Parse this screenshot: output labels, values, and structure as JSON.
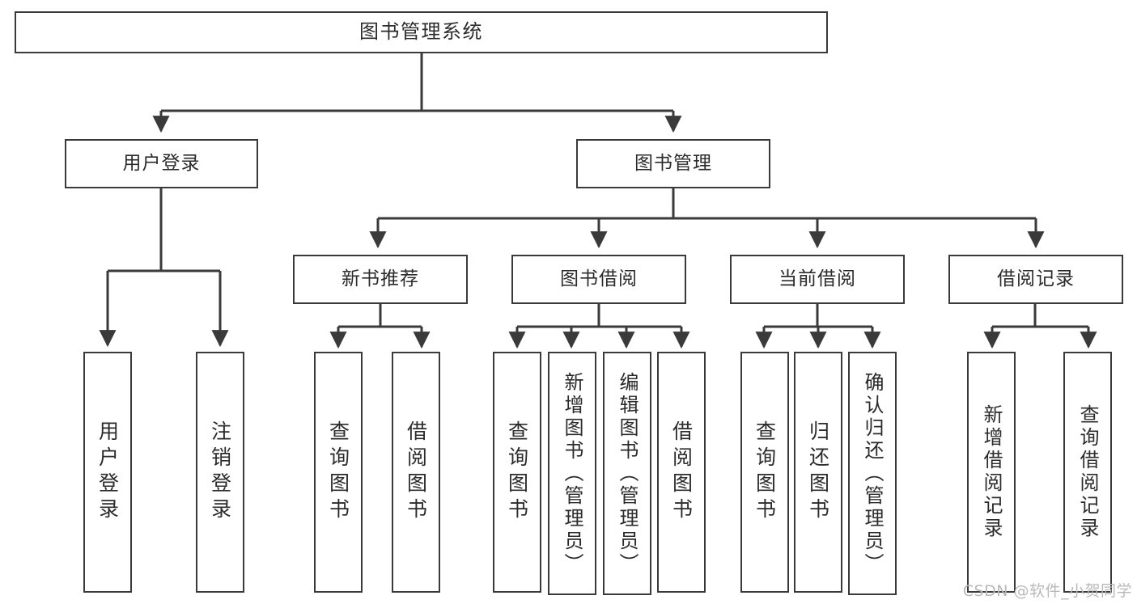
{
  "diagram": {
    "type": "tree",
    "title": "图书管理系统",
    "root": {
      "label": "图书管理系统"
    },
    "level1": [
      {
        "id": "user-login",
        "label": "用户登录"
      },
      {
        "id": "book-manage",
        "label": "图书管理"
      }
    ],
    "level2": [
      {
        "id": "new-book-recommend",
        "label": "新书推荐",
        "parent": "book-manage"
      },
      {
        "id": "book-borrow",
        "label": "图书借阅",
        "parent": "book-manage"
      },
      {
        "id": "current-borrow",
        "label": "当前借阅",
        "parent": "book-manage"
      },
      {
        "id": "borrow-record",
        "label": "借阅记录",
        "parent": "book-manage"
      }
    ],
    "leaves": {
      "user-login": [
        {
          "id": "leaf-user-login",
          "label": "用户登录"
        },
        {
          "id": "leaf-user-logout",
          "label": "注销登录"
        }
      ],
      "new-book-recommend": [
        {
          "id": "leaf-query-book-1",
          "label": "查询图书"
        },
        {
          "id": "leaf-borrow-book-1",
          "label": "借阅图书"
        }
      ],
      "book-borrow": [
        {
          "id": "leaf-query-book-2",
          "label": "查询图书"
        },
        {
          "id": "leaf-add-book",
          "label": "新增图书（管理员）"
        },
        {
          "id": "leaf-edit-book",
          "label": "编辑图书（管理员）"
        },
        {
          "id": "leaf-borrow-book-2",
          "label": "借阅图书"
        }
      ],
      "current-borrow": [
        {
          "id": "leaf-query-book-3",
          "label": "查询图书"
        },
        {
          "id": "leaf-return-book",
          "label": "归还图书"
        },
        {
          "id": "leaf-confirm-return",
          "label": "确认归还（管理员）"
        }
      ],
      "borrow-record": [
        {
          "id": "leaf-add-record",
          "label": "新增借阅记录"
        },
        {
          "id": "leaf-query-record",
          "label": "查询借阅记录"
        }
      ]
    },
    "colors": {
      "stroke": "#3a3a3a",
      "text": "#2b2b2b",
      "background": "#ffffff",
      "watermark": "#b9b9b9"
    }
  },
  "watermark": {
    "text": "CSDN @软件_小贺同学"
  }
}
